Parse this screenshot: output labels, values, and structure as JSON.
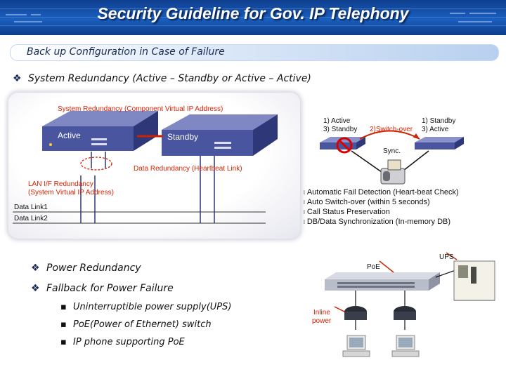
{
  "slide": {
    "title": "Security Guideline for Gov. IP Telephony",
    "subtitle": "Back up Configuration in Case of Failure",
    "section1": "System Redundancy (Active – Standby or Active – Active)"
  },
  "diagram": {
    "system_redundancy": "System Redundancy (Component Virtual IP Address)",
    "active_label": "Active",
    "standby_label": "Standby",
    "data_redundancy": "Data Redundancy (Heartbeat Link)",
    "lan_redundancy_line1": "LAN I/F Redundancy",
    "lan_redundancy_line2": "(System Virtual IP Address)",
    "data_link1": "Data Link1",
    "data_link2": "Data Link2"
  },
  "switchover": {
    "left_state1": "1) Active",
    "left_state2": "3) Standby",
    "switch_label": "2)Switch-over",
    "right_state1": "1) Standby",
    "right_state2": "3) Active",
    "sync_label": "Sync."
  },
  "features": [
    "Automatic Fail Detection (Heart-beat Check)",
    "Auto Switch-over (within 5 seconds)",
    "Call Status Preservation",
    "DB/Data Synchronization (In-memory DB)"
  ],
  "power": {
    "heading1": "Power Redundancy",
    "heading2": "Fallback for Power Failure",
    "bullets": [
      "Uninterruptible power supply(UPS)",
      "PoE(Power of Ethernet) switch",
      "IP phone supporting PoE"
    ],
    "ups_label": "UPS",
    "poe_label": "PoE",
    "inline_label_line1": "Inline",
    "inline_label_line2": "power"
  },
  "icons": {
    "diamond": "❖",
    "bullet": "▪",
    "feature_bullet": "l"
  },
  "colors": {
    "title_bar": "#1a5fc0",
    "red_label": "#dd2200",
    "device_box": "#4a55a0"
  }
}
